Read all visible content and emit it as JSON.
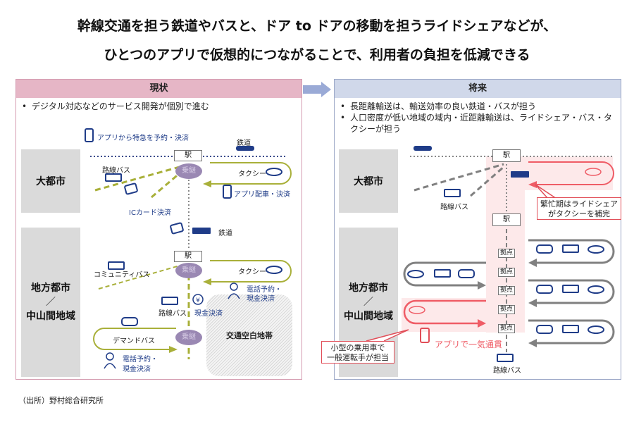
{
  "title": {
    "line1": "幹線交通を担う鉄道やバスと、ドア to ドアの移動を担うライドシェアなどが、",
    "line2": "ひとつのアプリで仮想的につながることで、利用者の負担を低減できる"
  },
  "colors": {
    "current_header": "#e6b6c6",
    "future_header": "#d0d8ea",
    "olive_route": "#a9b03a",
    "gray_route": "#7a7a7a",
    "rideshare_red": "#ef5c66",
    "transfer_purple": "#9a88b3",
    "icon_navy": "#1f3c88"
  },
  "current": {
    "header": "現状",
    "bullets": [
      "デジタル対応などのサービス開発が個別で進む"
    ],
    "regions": {
      "big_city": "大都市",
      "local_line1": "地方都市",
      "local_sep": "／",
      "local_line2": "中山間地域"
    },
    "big_city": {
      "app_express": "アプリから特急を予約・決済",
      "railway_top": "鉄道",
      "station": "駅",
      "transfer": "乗継",
      "route_bus": "路線バス",
      "taxi": "タクシー",
      "app_dispatch": "アプリ配車・決済",
      "ic_card": "ICカード決済",
      "railway_bottom": "鉄道"
    },
    "local": {
      "station": "駅",
      "transfer1": "乗継",
      "transfer2": "乗継",
      "community_bus": "コミュニティバス",
      "taxi": "タクシー",
      "phone_cash_taxi_1": "電話予約・",
      "phone_cash_taxi_2": "現金決済",
      "route_bus": "路線バス",
      "cash": "現金決済",
      "demand_bus": "デマンドバス",
      "phone_cash_demand_1": "電話予約・",
      "phone_cash_demand_2": "現金決済",
      "void_area": "交通空白地帯"
    }
  },
  "future": {
    "header": "将来",
    "bullets": [
      "長距離輸送は、輸送効率の良い鉄道・バスが担う",
      "人口密度が低い地域の域内・近距離輸送は、ライドシェア・バス・タクシーが担う"
    ],
    "regions": {
      "big_city": "大都市",
      "local_line1": "地方都市",
      "local_sep": "／",
      "local_line2": "中山間地域"
    },
    "big_city": {
      "station_top": "駅",
      "route_bus": "路線バス",
      "callout_line1": "繁忙期はライドシェア",
      "callout_line2": "がタクシーを補完"
    },
    "local": {
      "station": "駅",
      "hubs": [
        "拠点",
        "拠点",
        "拠点",
        "拠点",
        "拠点"
      ],
      "app_through": "アプリで一気通貫",
      "callout_line1": "小型の乗用車で",
      "callout_line2": "一般運転手が担当",
      "route_bus": "路線バス"
    }
  },
  "source": "（出所）野村総合研究所"
}
